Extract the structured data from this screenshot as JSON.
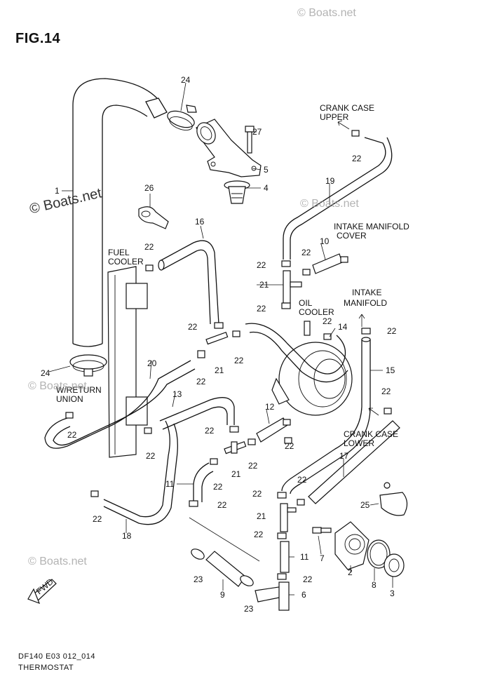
{
  "figure": {
    "title": "FIG.14",
    "code": "DF140 E03 012_014",
    "name": "THERMOSTAT"
  },
  "watermarks": {
    "small": "© Boats.net",
    "large": "© Boats.net"
  },
  "annotations": {
    "crank_case_upper": [
      "CRANK CASE",
      "UPPER"
    ],
    "intake_manifold_cover": [
      "INTAKE MANIFOLD",
      "COVER"
    ],
    "intake_manifold": [
      "INTAKE",
      "MANIFOLD"
    ],
    "fuel_cooler": [
      "FUEL",
      "COOLER"
    ],
    "oil_cooler": [
      "OIL",
      "COOLER"
    ],
    "w_return_union": [
      "W/RETURN",
      "UNION"
    ],
    "crank_case_lower": [
      "CRANK CASE",
      "LOWER"
    ],
    "fwd": "FWD"
  },
  "callouts": {
    "p1": "1",
    "p2": "2",
    "p3": "3",
    "p4": "4",
    "p5": "5",
    "p6": "6",
    "p7": "7",
    "p8": "8",
    "p9": "9",
    "p10": "10",
    "p11a": "11",
    "p11b": "11",
    "p12": "12",
    "p13": "13",
    "p14": "14",
    "p15": "15",
    "p16": "16",
    "p17": "17",
    "p18": "18",
    "p19": "19",
    "p20": "20",
    "p21a": "21",
    "p21b": "21",
    "p21c": "21",
    "p21d": "21",
    "p22": "22",
    "p23a": "23",
    "p23b": "23",
    "p24a": "24",
    "p24b": "24",
    "p25": "25",
    "p26": "26",
    "p27": "27"
  }
}
